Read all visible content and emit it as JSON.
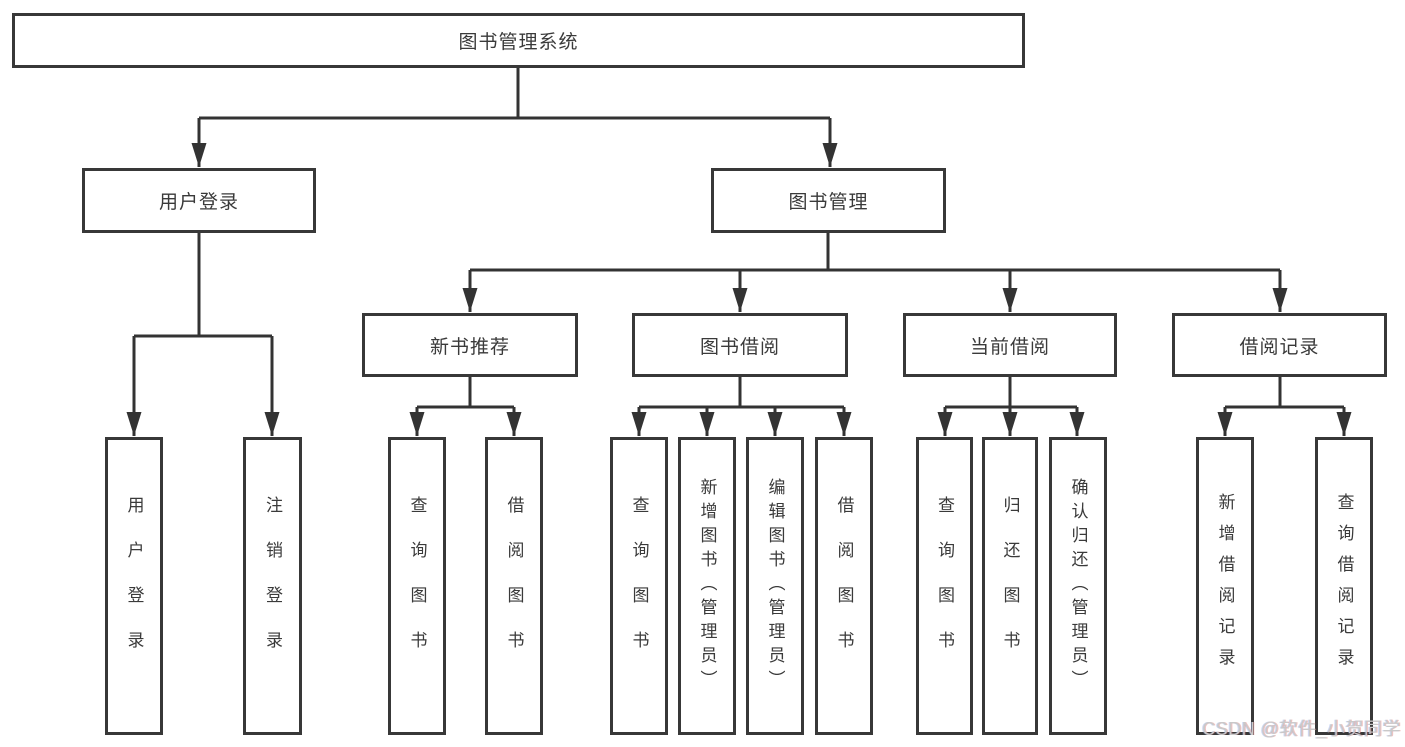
{
  "diagram": {
    "root": {
      "label": "图书管理系统"
    },
    "level2": [
      {
        "label": "用户登录"
      },
      {
        "label": "图书管理"
      }
    ],
    "level3": [
      {
        "label": "新书推荐"
      },
      {
        "label": "图书借阅"
      },
      {
        "label": "当前借阅"
      },
      {
        "label": "借阅记录"
      }
    ],
    "leaves": [
      {
        "label": "用户登录"
      },
      {
        "label": "注销登录"
      },
      {
        "label": "查询图书"
      },
      {
        "label": "借阅图书"
      },
      {
        "label": "查询图书"
      },
      {
        "label": "新增图书（管理员）"
      },
      {
        "label": "编辑图书（管理员）"
      },
      {
        "label": "借阅图书"
      },
      {
        "label": "查询图书"
      },
      {
        "label": "归还图书"
      },
      {
        "label": "确认归还（管理员）"
      },
      {
        "label": "新增借阅记录"
      },
      {
        "label": "查询借阅记录"
      }
    ]
  },
  "watermark": {
    "text": "CSDN @软件_小贺同学"
  },
  "colors": {
    "line": "#333333",
    "border": "#383838",
    "text": "#3a3a3a",
    "background": "#ffffff",
    "watermark": "#c9c9c9"
  }
}
